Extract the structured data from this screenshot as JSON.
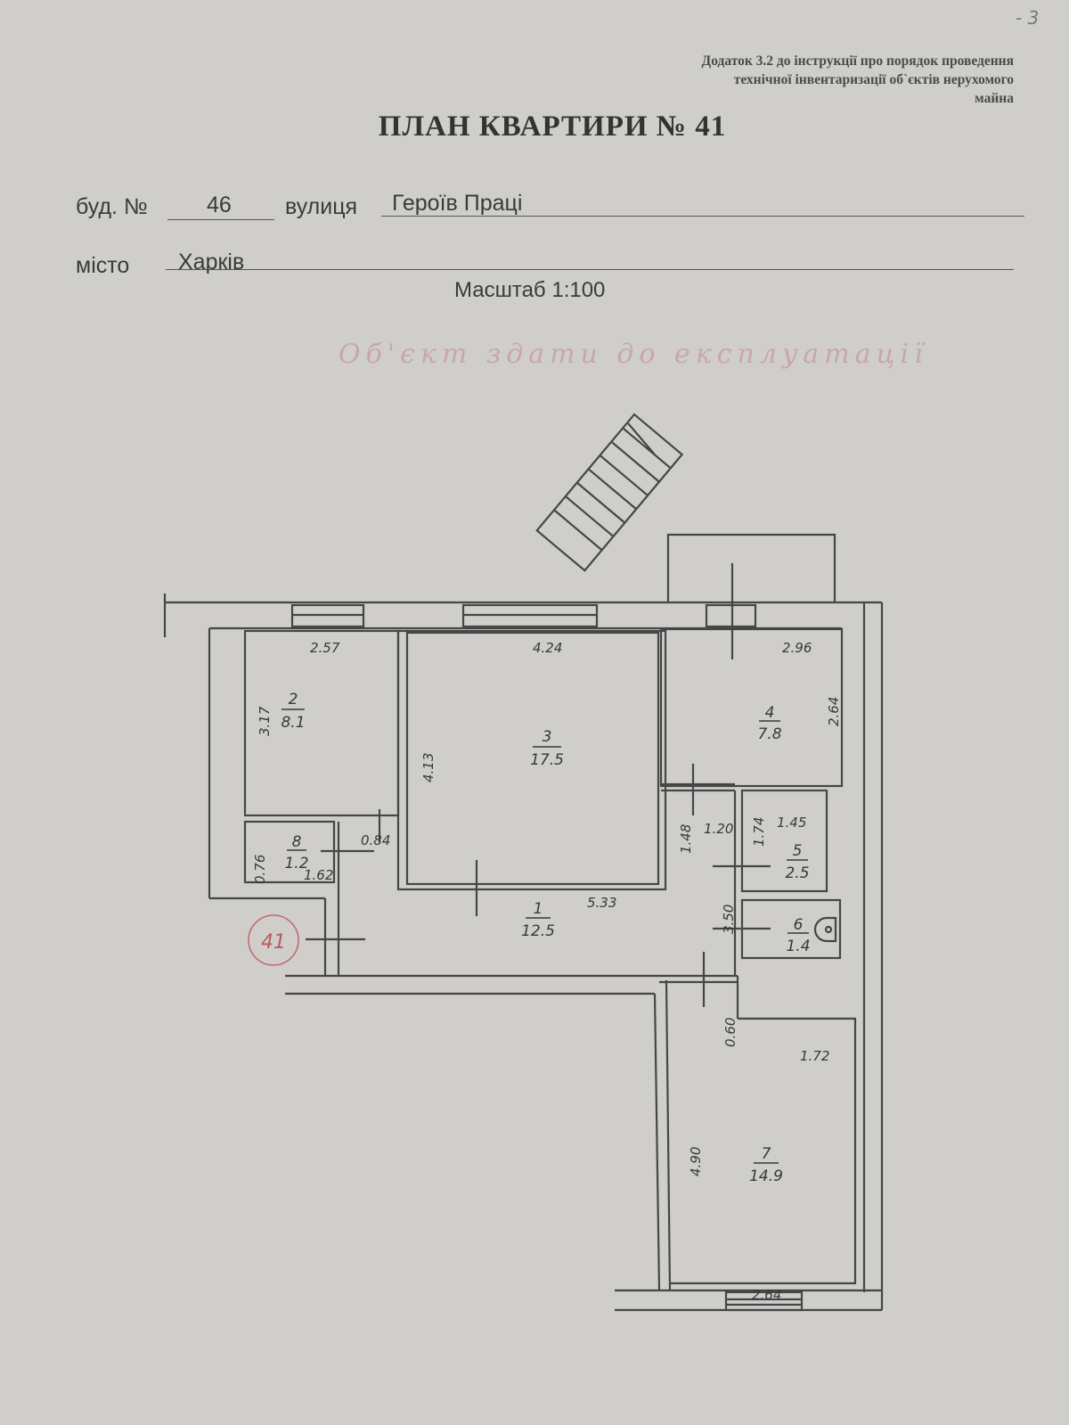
{
  "page_number": "- 3",
  "appendix": {
    "line1": "Додаток 3.2 до інструкції про порядок проведення",
    "line2": "технічної інвентаризації об`єктів нерухомого",
    "line3": "майна"
  },
  "title": "ПЛАН КВАРТИРИ № 41",
  "building": {
    "label": "буд. №",
    "value": "46"
  },
  "street": {
    "label": "вулиця",
    "value": "Героїв Праці"
  },
  "city": {
    "label": "місто",
    "value": "Харків"
  },
  "scale": "Масштаб 1:100",
  "handwritten_note": "Об'єкт здати до експлуатації",
  "apartment_stamp": "41",
  "rooms": [
    {
      "number": "1",
      "area": "12.5"
    },
    {
      "number": "2",
      "area": "8.1"
    },
    {
      "number": "3",
      "area": "17.5"
    },
    {
      "number": "4",
      "area": "7.8"
    },
    {
      "number": "5",
      "area": "2.5"
    },
    {
      "number": "6",
      "area": "1.4"
    },
    {
      "number": "7",
      "area": "14.9"
    },
    {
      "number": "8",
      "area": "1.2"
    }
  ],
  "dimensions": {
    "r2_width": "2.57",
    "r2_height": "3.17",
    "r3_width": "4.24",
    "r3_height": "4.13",
    "r4_width": "2.96",
    "r4_height": "2.64",
    "r8_height": "0.76",
    "r8_width": "1.62",
    "hall_width": "0.84",
    "corridor_length": "5.33",
    "corridor_a": "1.48",
    "corridor_b": "3.50",
    "door_1_20": "1.20",
    "r5_width": "1.45",
    "r5_height": "1.74",
    "passage": "0.60",
    "r7_top": "1.72",
    "r7_height": "4.90",
    "r7_bottom": "2.64"
  }
}
